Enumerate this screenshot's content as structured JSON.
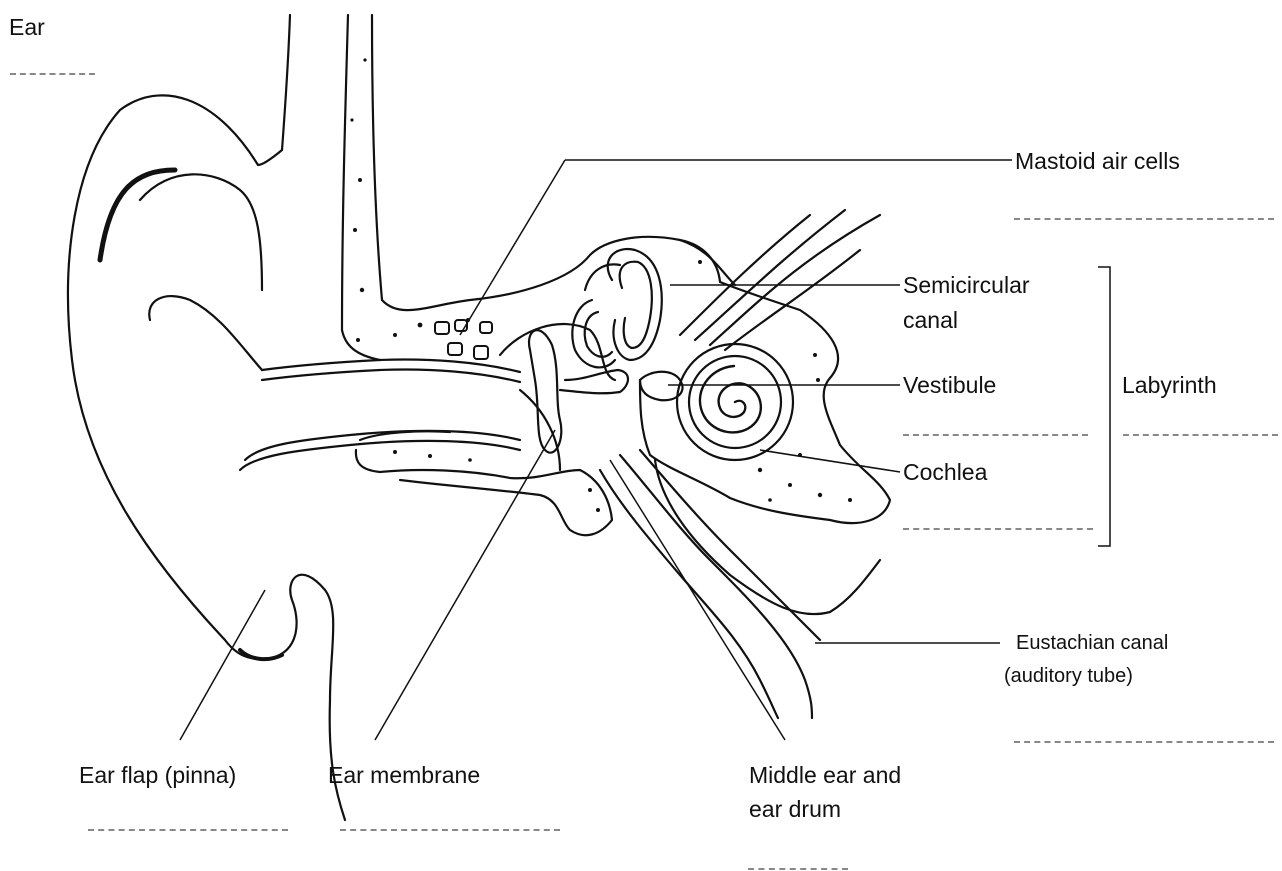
{
  "title": "Ear",
  "labels": {
    "mastoid": "Mastoid air cells",
    "semicircular_1": "Semicircular",
    "semicircular_2": "canal",
    "vestibule": "Vestibule",
    "labyrinth": "Labyrinth",
    "cochlea": "Cochlea",
    "eustachian_1": "Eustachian canal",
    "eustachian_2": "(auditory tube)",
    "ear_flap": "Ear flap (pinna)",
    "ear_membrane": "Ear membrane",
    "middle_ear_1": "Middle ear and",
    "middle_ear_2": "ear drum"
  },
  "colors": {
    "ink": "#111111",
    "blank_line": "#888888",
    "bone": "#f2f2f2"
  }
}
